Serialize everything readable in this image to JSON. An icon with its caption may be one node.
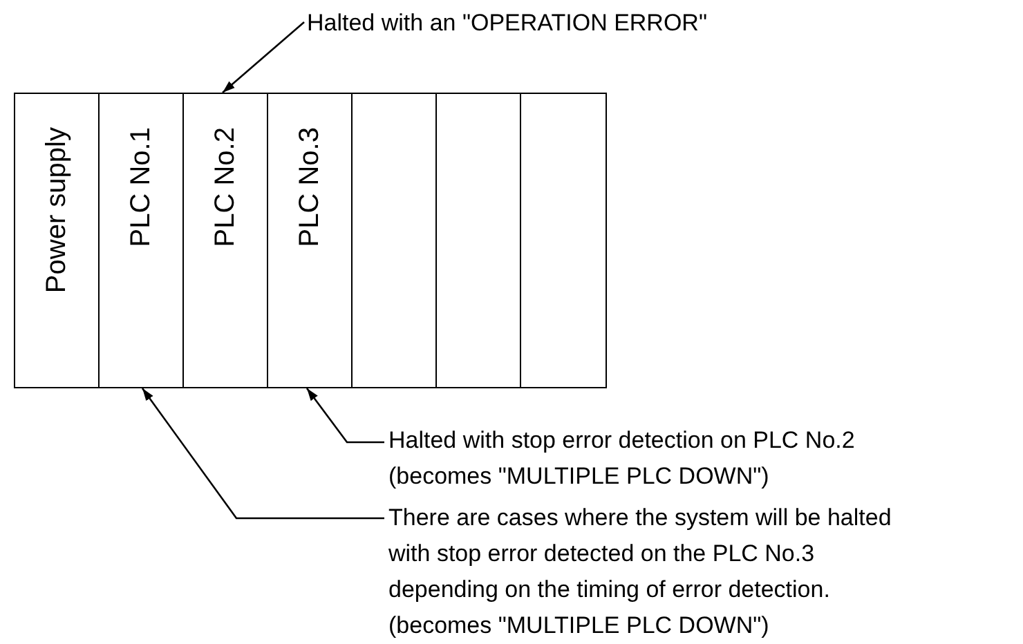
{
  "diagram": {
    "nodes": [
      {
        "text": [
          "Power supply"
        ]
      },
      {
        "text": [
          "PLC No.1"
        ]
      },
      {
        "text": [
          "PLC No.2"
        ]
      },
      {
        "text": [
          "PLC No.3"
        ]
      },
      {
        "text": [],
        "shape": "box"
      },
      {
        "text": [],
        "shape": "box"
      },
      {
        "text": [],
        "shape": "box"
      },
      {
        "text": [
          "Halted with an \"OPERATION ERROR\""
        ]
      },
      {
        "text": [
          "Halted with stop error detection on PLC No.2 (becomes \"MULTIPLE PLC DOWN\")"
        ]
      },
      {
        "text": [
          "There are cases where the system will be halted with stop error detected on the PLC No.3 depending on the timing of error detection. (becomes \"MULTIPLE PLC DOWN\")"
        ]
      }
    ],
    "edges": [
      {
        "from": 7,
        "to": 2,
        "arrow": "to"
      },
      {
        "from": 8,
        "to": 3,
        "arrow": "to"
      },
      {
        "from": 9,
        "to": 1,
        "arrow": "to"
      }
    ]
  }
}
